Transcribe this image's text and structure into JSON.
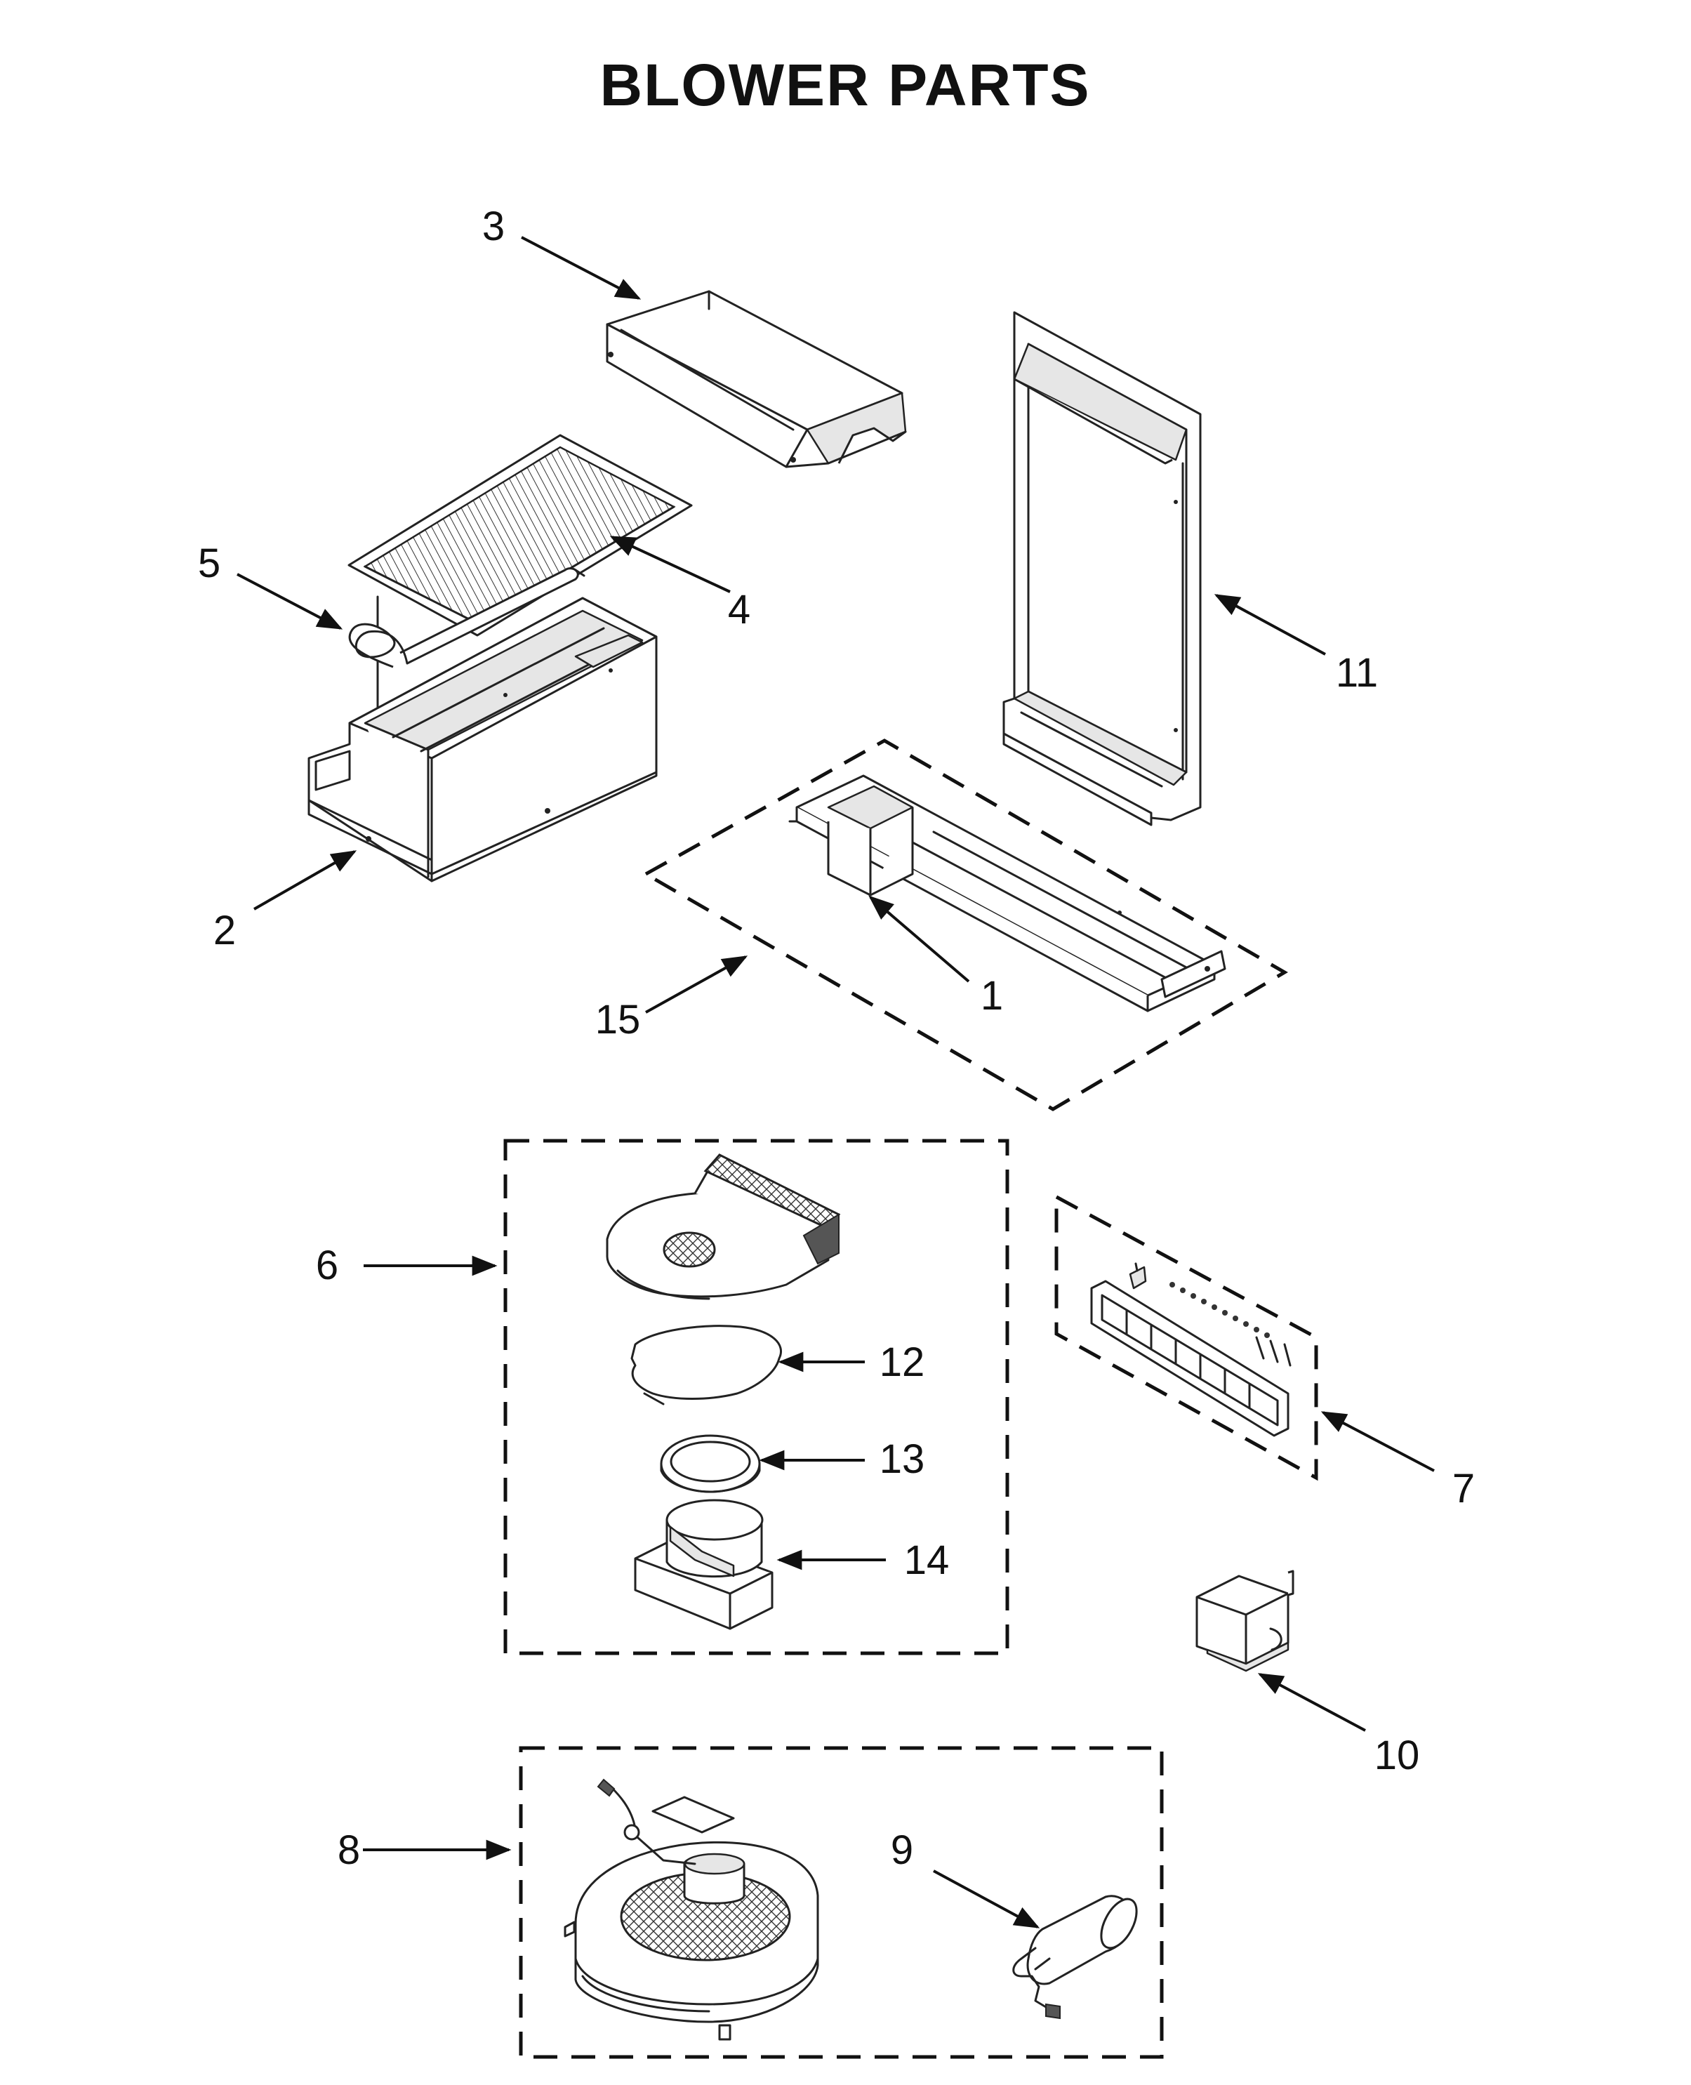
{
  "title": "BLOWER PARTS",
  "callouts": [
    {
      "id": "1",
      "label": "1"
    },
    {
      "id": "2",
      "label": "2"
    },
    {
      "id": "3",
      "label": "3"
    },
    {
      "id": "4",
      "label": "4"
    },
    {
      "id": "5",
      "label": "5"
    },
    {
      "id": "6",
      "label": "6"
    },
    {
      "id": "7",
      "label": "7"
    },
    {
      "id": "8",
      "label": "8"
    },
    {
      "id": "9",
      "label": "9"
    },
    {
      "id": "10",
      "label": "10"
    },
    {
      "id": "11",
      "label": "11"
    },
    {
      "id": "12",
      "label": "12"
    },
    {
      "id": "13",
      "label": "13"
    },
    {
      "id": "14",
      "label": "14"
    },
    {
      "id": "15",
      "label": "15"
    }
  ]
}
